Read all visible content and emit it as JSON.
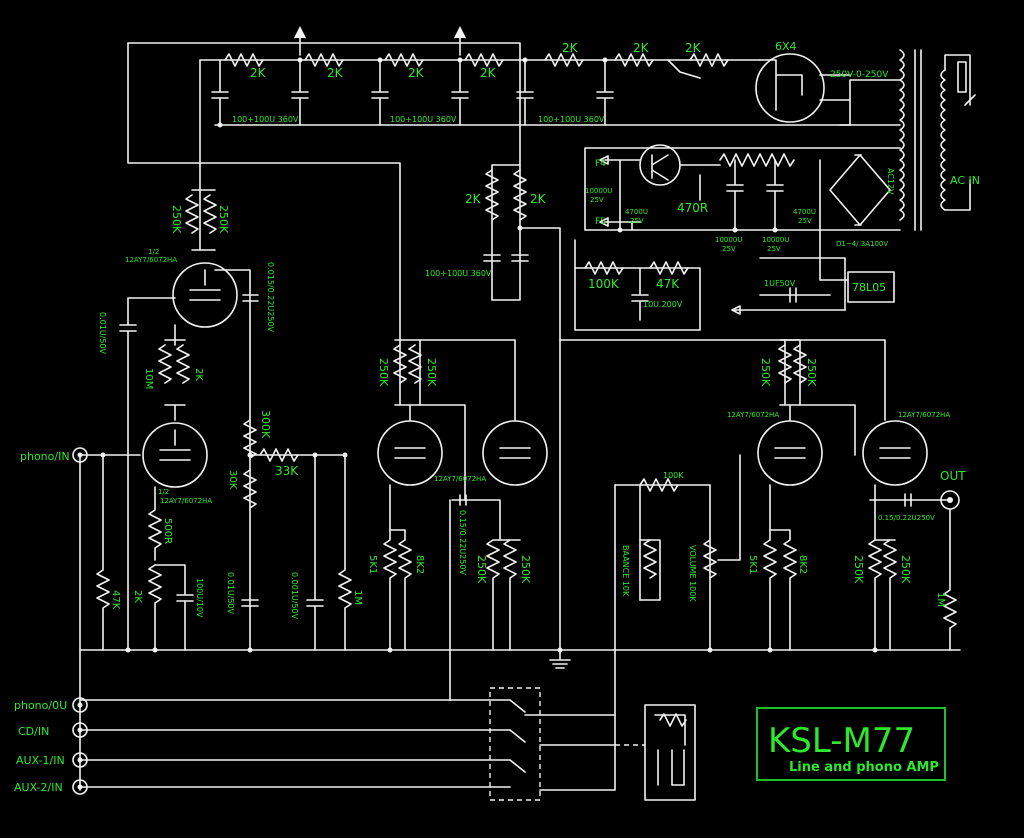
{
  "title_block": {
    "title": "KSL-M77",
    "subtitle": "Line and phono AMP"
  },
  "jacks": {
    "phono_in": "phono/IN",
    "phono_out": "phono/0U",
    "cd_in": "CD/IN",
    "aux1_in": "AUX-1/IN",
    "aux2_in": "AUX-2/IN",
    "out": "OUT"
  },
  "psu": {
    "r_2k_a": "2K",
    "r_2k_b": "2K",
    "r_2k_c": "2K",
    "r_2k_d": "2K",
    "r_2k_e": "2K",
    "r_2k_f": "2K",
    "r_2k_g": "2K",
    "cap_a": "100+100U 360V",
    "cap_b": "100+100U 360V",
    "cap_c": "100+100U 360V",
    "cap_mid": "100+100U 360V",
    "rect_tube": "6X4",
    "transformer_hv": "250V-0-250V",
    "ac_in": "AC IN",
    "ac_12v": "AC12V",
    "fuse_f4": "F4",
    "fuse_f5": "F5",
    "r_470": "470R",
    "c_10000_a": "10000U",
    "c_10000_a_v": "25V",
    "c_4700_a": "4700U",
    "c_4700_a_v": "25V",
    "c_10000_b": "10000U",
    "c_10000_b_v": "25V",
    "c_10000_c": "10000U",
    "c_10000_c_v": "25V",
    "c_4700_b": "4700U",
    "c_4700_b_v": "25V",
    "diodes": "D1~4/ 3A100V",
    "r_100k": "100K",
    "r_47k": "47K",
    "c_10u": "10U 200V",
    "c_1u": "1UF50V",
    "reg": "78L05",
    "mid_2k_a": "2K",
    "mid_2k_b": "2K"
  },
  "phono_stage": {
    "r_250k_a": "250K",
    "r_250k_b": "250K",
    "tube_top_1": "1/2",
    "tube_top_2": "12AY7/6072HA",
    "c_0015": "0.015/0.22U250V",
    "c_001": "0.01U/50V",
    "r_10m": "10M",
    "r_2k": "2K",
    "tube_bot_1": "1/2",
    "tube_bot_2": "12AY7/6072HA",
    "r_47k": "47K",
    "r_500r": "500R",
    "r_2k_b": "2K",
    "c_100u": "100U/10V",
    "r_300k": "300K",
    "r_30k": "30K",
    "r_33k": "33K",
    "c_001b": "0.01U/50V",
    "c_001c": "0.001U/50V",
    "r_1m": "1M"
  },
  "line_stage_left": {
    "r_250k_a": "250K",
    "r_250k_b": "250K",
    "tube_label": "12AY7/6072HA",
    "c_0015": "0.15/0.22U250V",
    "r_5k1": "5K1",
    "r_8k2": "8K2",
    "r_250k_c": "250K",
    "r_250k_d": "250K"
  },
  "line_stage_right": {
    "r_250k_a": "250K",
    "r_250k_b": "250K",
    "tube_a": "12AY7/6072HA",
    "tube_b": "12AY7/6072HA",
    "r_100k": "100K",
    "balance": "BAANCE 10K",
    "volume": "VOLUME 100K",
    "r_5k1": "5K1",
    "r_8k2": "8K2",
    "c_out": "0.15/0.22U250V",
    "r_250k_c": "250K",
    "r_250k_d": "250K",
    "r_1m": "1M"
  },
  "colors": {
    "background": "#000000",
    "wire": "#f2f2f2",
    "label": "#2ee82e",
    "title_border": "#1fbf2a"
  }
}
